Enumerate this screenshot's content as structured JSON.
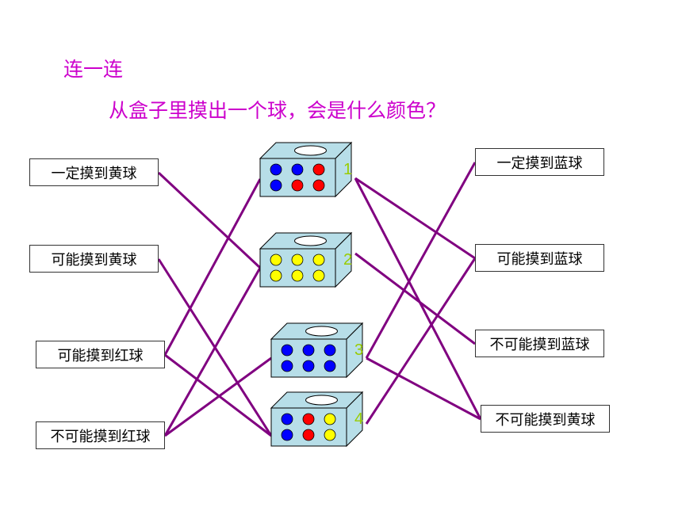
{
  "title": "连一连",
  "question": "从盒子里摸出一个球，会是什么颜色？",
  "left_labels": [
    "一定摸到黄球",
    "可能摸到黄球",
    "可能摸到红球",
    "不可能摸到红球"
  ],
  "right_labels": [
    "一定摸到蓝球",
    "可能摸到蓝球",
    "不可能摸到蓝球",
    "不可能摸到黄球"
  ],
  "boxes": [
    {
      "number": "1",
      "balls": [
        "blue",
        "blue",
        "red",
        "blue",
        "red",
        "red"
      ]
    },
    {
      "number": "2",
      "balls": [
        "yellow",
        "yellow",
        "yellow",
        "yellow",
        "yellow",
        "yellow"
      ]
    },
    {
      "number": "3",
      "balls": [
        "blue",
        "blue",
        "blue",
        "blue",
        "blue",
        "blue"
      ]
    },
    {
      "number": "4",
      "balls": [
        "blue",
        "red",
        "yellow",
        "blue",
        "red",
        "yellow"
      ]
    }
  ],
  "connections": [
    {
      "from": "left-1",
      "to": "box-2"
    },
    {
      "from": "left-2",
      "to": "box-4"
    },
    {
      "from": "left-3",
      "to": "box-1"
    },
    {
      "from": "left-3",
      "to": "box-4"
    },
    {
      "from": "left-4",
      "to": "box-2"
    },
    {
      "from": "left-4",
      "to": "box-3"
    },
    {
      "from": "box-1",
      "to": "right-2"
    },
    {
      "from": "box-1",
      "to": "right-4"
    },
    {
      "from": "box-2",
      "to": "right-3"
    },
    {
      "from": "box-3",
      "to": "right-1"
    },
    {
      "from": "box-3",
      "to": "right-4"
    },
    {
      "from": "box-4",
      "to": "right-2"
    }
  ],
  "colors": {
    "title": "#cc00cc",
    "line": "#800080",
    "box_fill": "#b7dee8",
    "number": "#99cc00",
    "blue": "#0000ff",
    "red": "#ff0000",
    "yellow": "#ffff00"
  }
}
